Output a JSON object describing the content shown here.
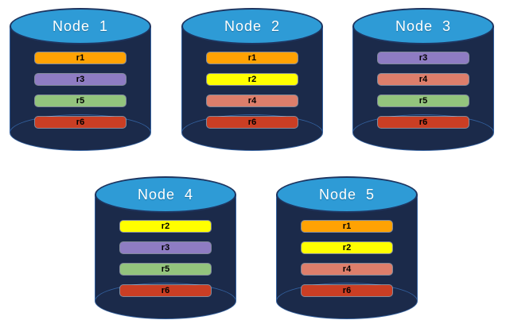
{
  "nodes": [
    {
      "title": "Node  1",
      "replicas": [
        "r1",
        "r3",
        "r5",
        "r6"
      ]
    },
    {
      "title": "Node  2",
      "replicas": [
        "r1",
        "r2",
        "r4",
        "r6"
      ]
    },
    {
      "title": "Node  3",
      "replicas": [
        "r3",
        "r4",
        "r5",
        "r6"
      ]
    },
    {
      "title": "Node  4",
      "replicas": [
        "r2",
        "r3",
        "r5",
        "r6"
      ]
    },
    {
      "title": "Node  5",
      "replicas": [
        "r1",
        "r2",
        "r4",
        "r6"
      ]
    }
  ],
  "replica_colors": {
    "r1": "#FFA203",
    "r2": "#FFFF00",
    "r3": "#8E7CC3",
    "r4": "#DD7E6B",
    "r5": "#93C47D",
    "r6": "#CA3E24"
  },
  "colors": {
    "cylinder_body": "#1B2A4A",
    "cylinder_top": "#2E9BD6"
  }
}
